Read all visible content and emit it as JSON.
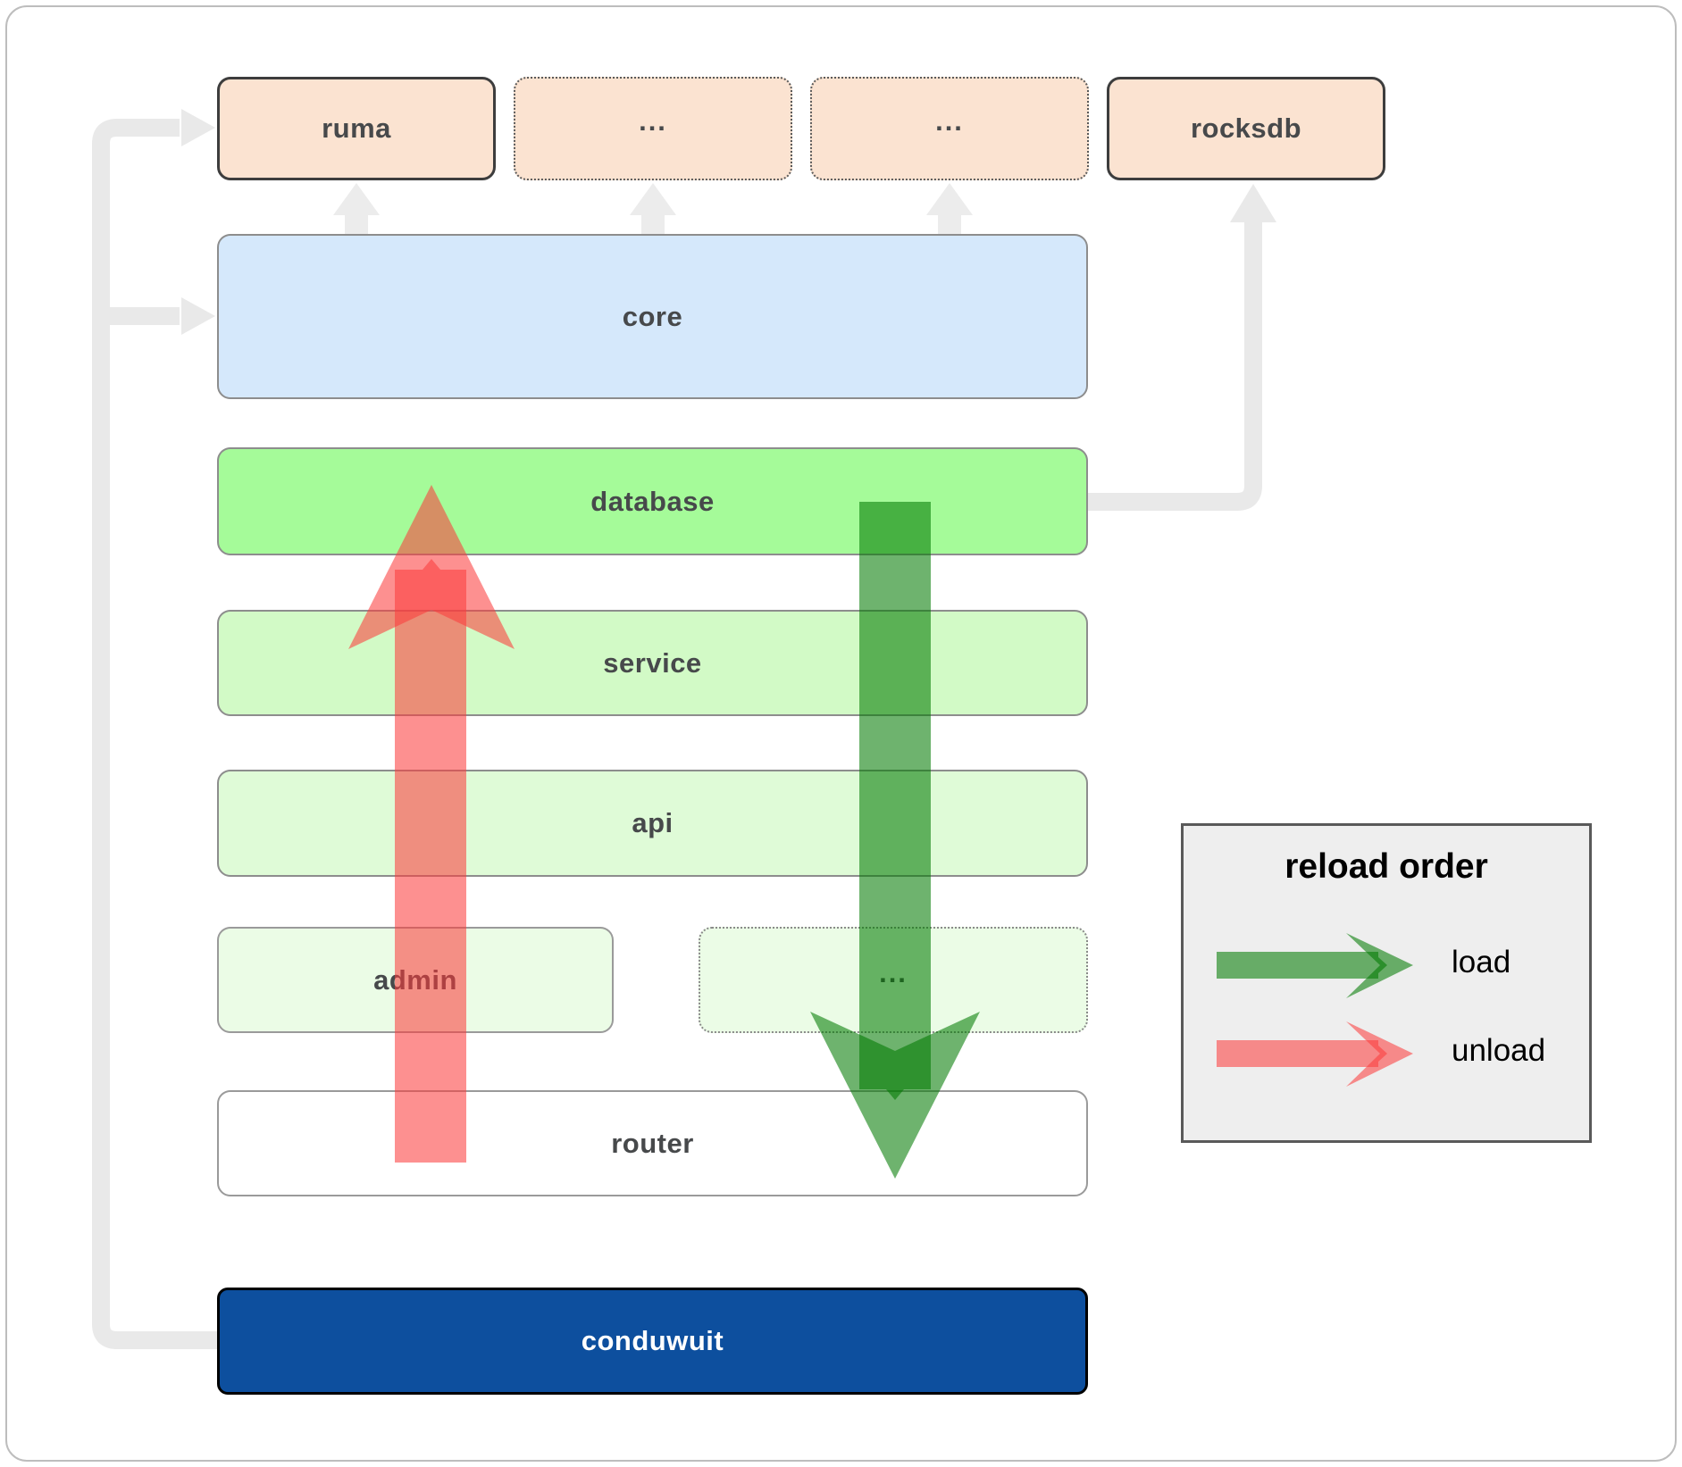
{
  "boxes": {
    "ruma": {
      "label": "ruma"
    },
    "ellipsis1": {
      "label": "..."
    },
    "ellipsis2": {
      "label": "..."
    },
    "rocksdb": {
      "label": "rocksdb"
    },
    "core": {
      "label": "core"
    },
    "database": {
      "label": "database"
    },
    "service": {
      "label": "service"
    },
    "api": {
      "label": "api"
    },
    "admin": {
      "label": "admin"
    },
    "ellipsis3": {
      "label": "..."
    },
    "router": {
      "label": "router"
    },
    "conduwuit": {
      "label": "conduwuit"
    }
  },
  "legend": {
    "title": "reload order",
    "items": [
      {
        "label": "load",
        "color": "#007a00"
      },
      {
        "label": "unload",
        "color": "#fb3b3b"
      }
    ]
  },
  "colors": {
    "load_arrow": "#007a00",
    "unload_arrow": "#fb3b3b",
    "connector_gray": "#e9e9e9",
    "top_box_fill": "#fbe3d1",
    "core_fill": "#d5e8fb",
    "database_fill": "#a5fb99",
    "service_fill": "#d2fac6",
    "api_fill": "#dffbd7",
    "admin_fill": "#ebfce6",
    "router_fill": "#ffffff",
    "conduwuit_fill": "#0d4f9e",
    "legend_fill": "#eeeeee"
  }
}
